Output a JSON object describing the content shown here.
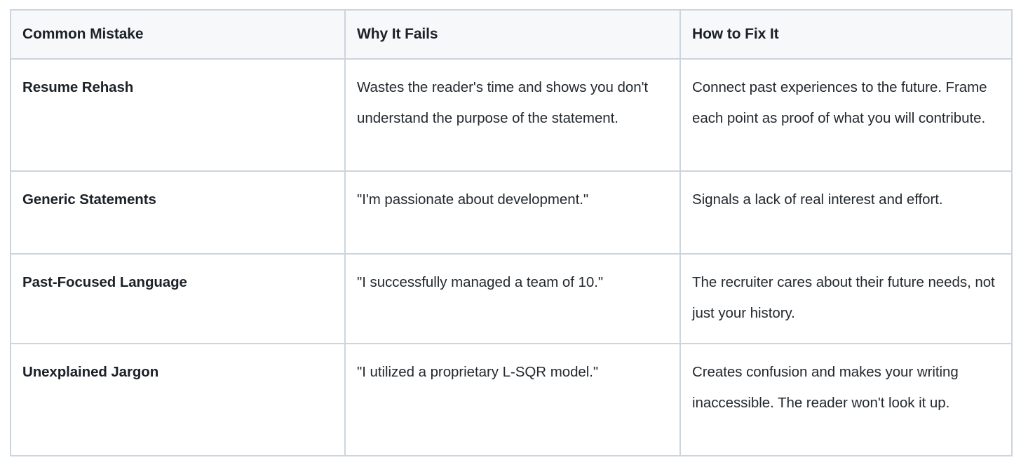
{
  "table": {
    "columns": [
      "Common Mistake",
      "Why It Fails",
      "How to Fix It"
    ],
    "rows": [
      {
        "mistake": "Resume Rehash",
        "why_it_fails": "Wastes the reader's time and shows you don't understand the purpose of the statement.",
        "how_to_fix": "Connect past experiences to the future. Frame each point as proof of what you will contribute."
      },
      {
        "mistake": "Generic Statements",
        "why_it_fails": "\"I'm passionate about development.\"",
        "how_to_fix": "Signals a lack of real interest and effort."
      },
      {
        "mistake": "Past-Focused Language",
        "why_it_fails": "\"I successfully managed a team of 10.\"",
        "how_to_fix": "The recruiter cares about their future needs, not just your history."
      },
      {
        "mistake": "Unexplained Jargon",
        "why_it_fails": "\"I utilized a proprietary L-SQR model.\"",
        "how_to_fix": "Creates confusion and makes your writing inaccessible. The reader won't look it up."
      }
    ]
  },
  "style": {
    "border_color": "#ccd4de",
    "header_background": "#f6f8fa",
    "header_text_color": "#1c2128",
    "body_text_color": "#24292f",
    "page_background": "#ffffff"
  }
}
